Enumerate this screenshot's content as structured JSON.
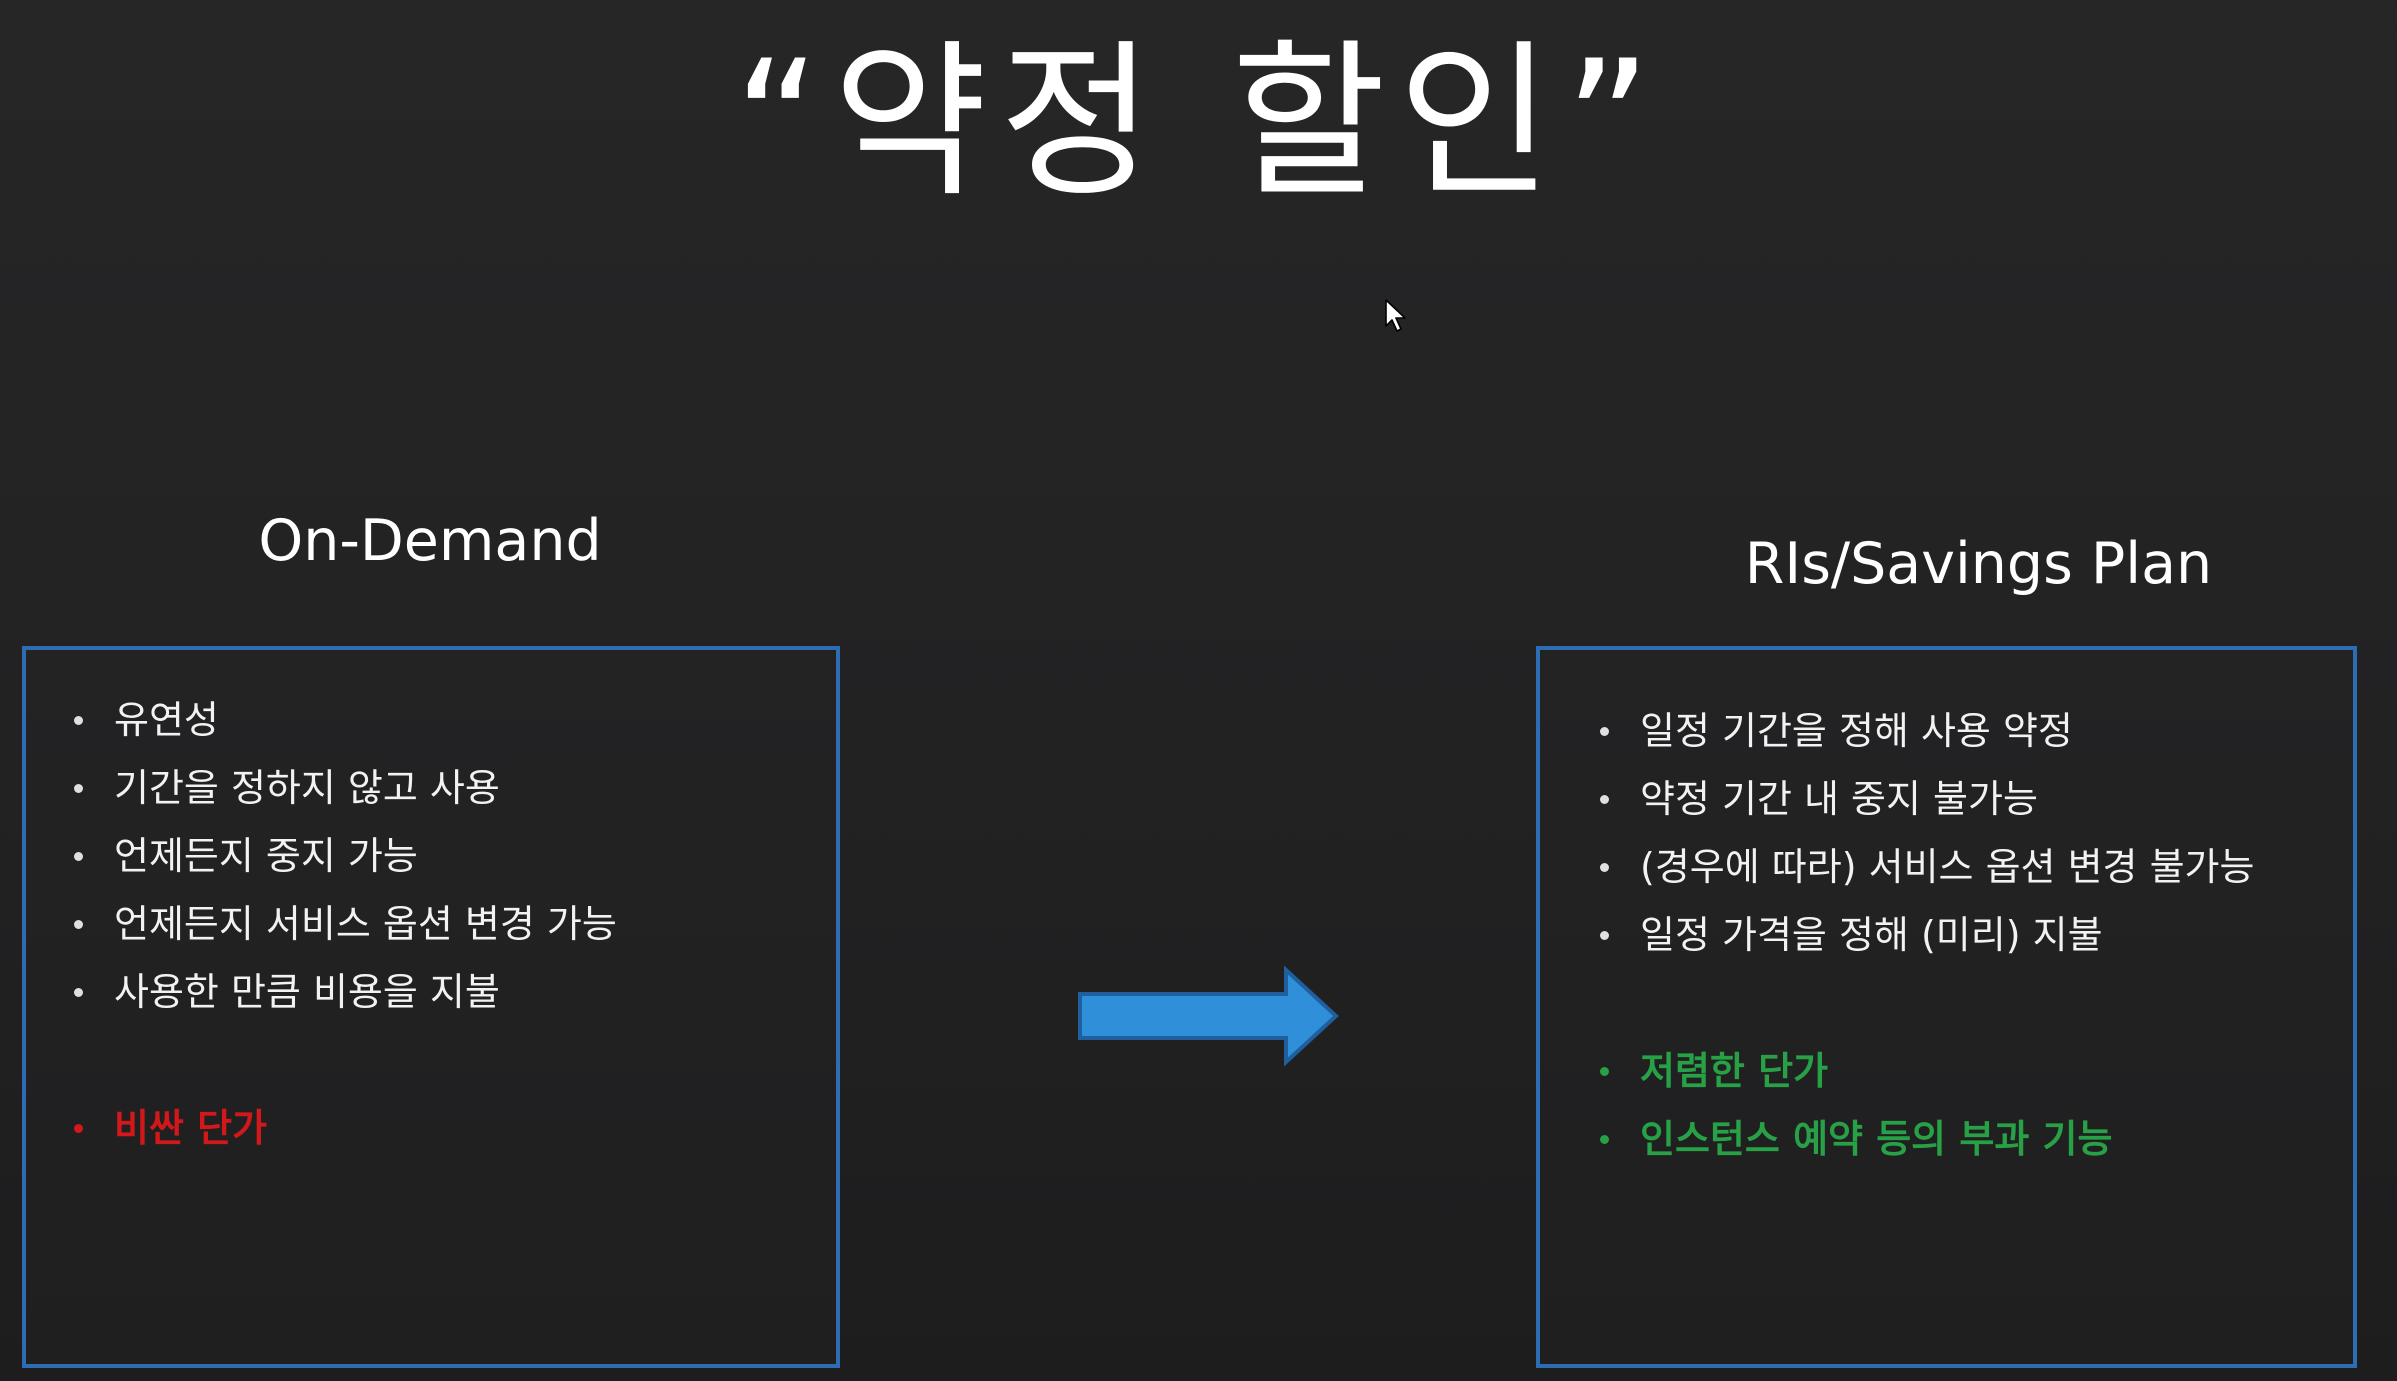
{
  "slide": {
    "title": "“약정 할인”",
    "left_heading": "On-Demand",
    "right_heading": "RIs/Savings Plan"
  },
  "left_panel": {
    "items": [
      "유연성",
      "기간을 정하지 않고 사용",
      "언제든지 중지 가능",
      "언제든지 서비스 옵션 변경 가능",
      "사용한 만큼 비용을 지불"
    ],
    "highlight": "비싼 단가"
  },
  "right_panel": {
    "items": [
      "일정 기간을 정해 사용 약정",
      "약정 기간 내 중지 불가능",
      "(경우에 따라) 서비스 옵션 변경 불가능",
      "일정 가격을 정해 (미리) 지불"
    ],
    "highlights": [
      "저렴한 단가",
      "인스턴스 예약 등의 부과 기능"
    ]
  },
  "colors": {
    "background": "#232324",
    "panel_border": "#2c6db4",
    "arrow_fill": "#2f8fd8",
    "negative": "#d3181b",
    "positive": "#27a046"
  },
  "icons": {
    "arrow": "right-arrow-icon",
    "cursor": "mouse-pointer-icon"
  }
}
